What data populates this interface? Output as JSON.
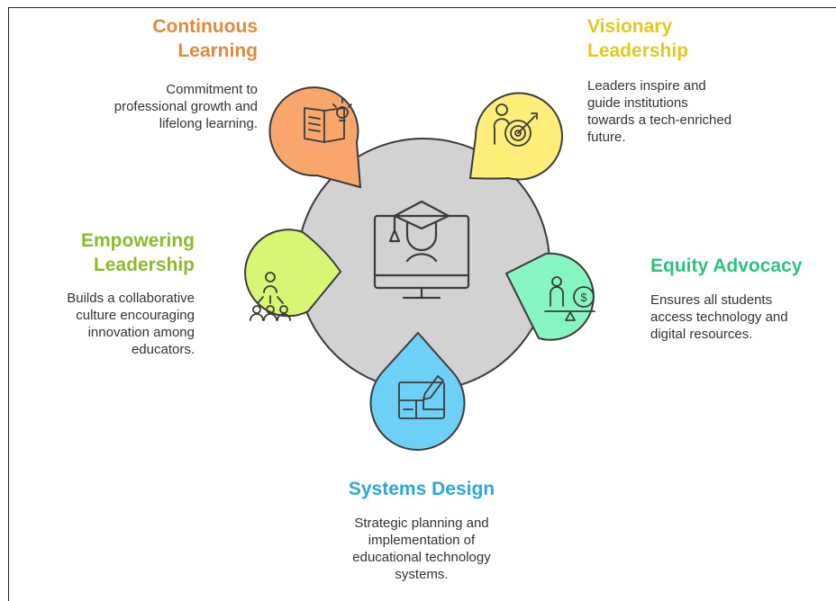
{
  "colors": {
    "continuous": "#F9A66C",
    "visionary": "#FFEE7A",
    "empowering": "#D8F574",
    "equity": "#87F5C2",
    "systems": "#6DD0F7",
    "center": "#D2D2D2",
    "stroke": "#3b3b3b",
    "title_continuous": "#E08A3A",
    "title_visionary": "#E3C91C",
    "title_empowering": "#8DBB2A",
    "title_equity": "#2EC27E",
    "title_systems": "#2AA8D8"
  },
  "icons": {
    "center": "graduate-computer-icon",
    "continuous": "book-lightbulb-icon",
    "visionary": "person-target-icon",
    "empowering": "team-hierarchy-icon",
    "equity": "person-scale-dollar-icon",
    "systems": "blueprint-pencil-icon"
  },
  "items": {
    "continuous": {
      "title_line1": "Continuous",
      "title_line2": "Learning",
      "desc_line1": "Commitment to",
      "desc_line2": "professional growth and",
      "desc_line3": "lifelong learning."
    },
    "visionary": {
      "title_line1": "Visionary",
      "title_line2": "Leadership",
      "desc_line1": "Leaders inspire and",
      "desc_line2": "guide institutions",
      "desc_line3": "towards a tech-enriched",
      "desc_line4": "future."
    },
    "empowering": {
      "title_line1": "Empowering",
      "title_line2": "Leadership",
      "desc_line1": "Builds a collaborative",
      "desc_line2": "culture encouraging",
      "desc_line3": "innovation among",
      "desc_line4": "educators."
    },
    "equity": {
      "title_line1": "Equity Advocacy",
      "desc_line1": "Ensures all students",
      "desc_line2": "access technology and",
      "desc_line3": "digital resources."
    },
    "systems": {
      "title_line1": "Systems Design",
      "desc_line1": "Strategic planning and",
      "desc_line2": "implementation of",
      "desc_line3": "educational technology",
      "desc_line4": "systems."
    }
  }
}
